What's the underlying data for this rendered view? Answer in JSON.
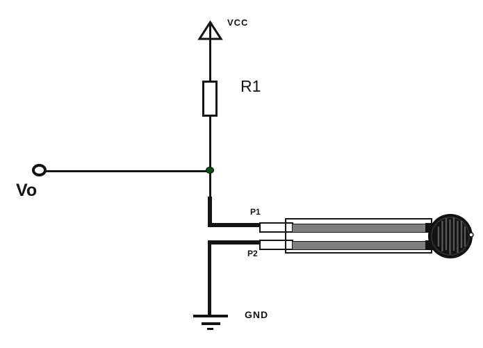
{
  "labels": {
    "vcc": "VCC",
    "r1": "R1",
    "vo": "Vo",
    "p1": "P1",
    "p2": "P2",
    "gnd": "GND"
  },
  "colors": {
    "wire": "#141414",
    "junction": "#0e4d0e",
    "trace": "#7f7f7f",
    "sensor": "#121212",
    "stripe": "#575757",
    "bg": "#ffffff"
  }
}
